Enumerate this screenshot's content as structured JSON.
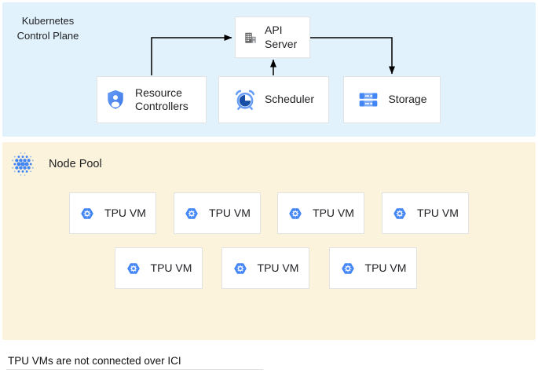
{
  "control_plane": {
    "title": "Kubernetes Control Plane",
    "nodes": [
      {
        "id": "api-server",
        "label": "API Server",
        "icon": "building-icon"
      },
      {
        "id": "resource-controllers",
        "label": "Resource Controllers",
        "icon": "shield-user-icon"
      },
      {
        "id": "scheduler",
        "label": "Scheduler",
        "icon": "alarm-clock-icon"
      },
      {
        "id": "storage",
        "label": "Storage",
        "icon": "storage-stack-icon"
      }
    ],
    "connections": [
      {
        "from": "resource-controllers",
        "to": "api-server"
      },
      {
        "from": "scheduler",
        "to": "api-server"
      },
      {
        "from": "api-server",
        "to": "storage"
      }
    ]
  },
  "node_pool": {
    "title": "Node Pool",
    "icon": "dot-cluster-icon",
    "vm_icon": "tpu-hexagon-icon",
    "vms": [
      "TPU VM",
      "TPU VM",
      "TPU VM",
      "TPU VM",
      "TPU VM",
      "TPU VM",
      "TPU VM"
    ]
  },
  "footnote": "TPU VMs are not connected over ICI",
  "colors": {
    "control_plane_bg": "#e1f2fc",
    "node_pool_bg": "#fbf3dc",
    "box_bg": "#ffffff",
    "box_border": "#e2e2e2",
    "accent_blue": "#4285f4",
    "accent_blue_light": "#7baaf7",
    "accent_blue_medium": "#669df6",
    "accent_navy": "#174ea6",
    "icon_gray": "#616161",
    "text": "#202124",
    "arrow": "#000000"
  }
}
